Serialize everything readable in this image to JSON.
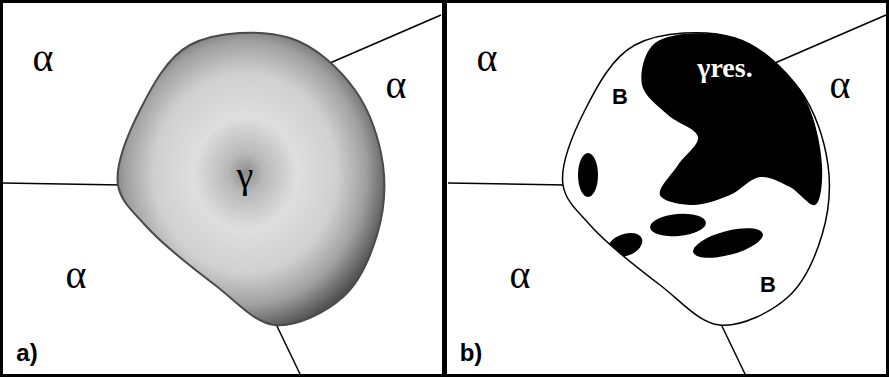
{
  "diagram": {
    "nodes": [
      {
        "text": [
          "α",
          "α",
          "α",
          "a)"
        ]
      },
      {
        "text": [
          "γ"
        ],
        "in": 0
      },
      {
        "text": [
          "α",
          "α",
          "α",
          "b)"
        ]
      },
      {
        "text": [
          "γres.",
          "B",
          "B"
        ],
        "in": 2
      }
    ]
  }
}
